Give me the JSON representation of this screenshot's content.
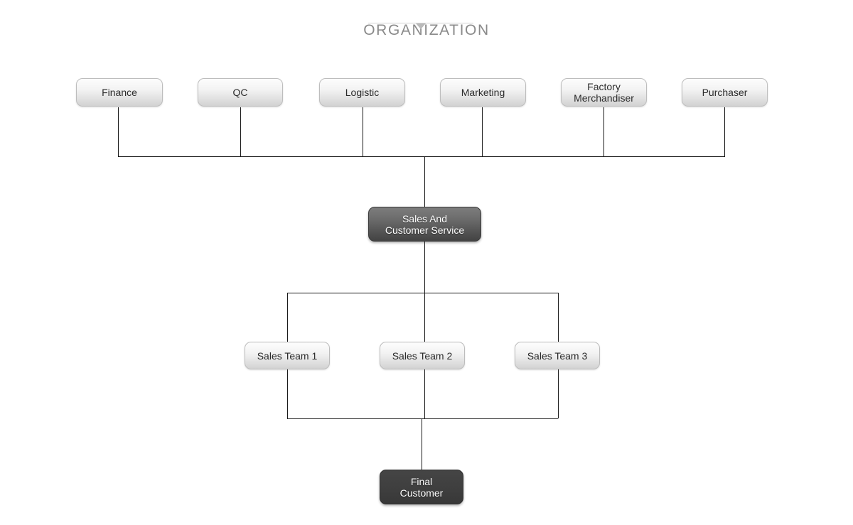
{
  "chart_data": {
    "type": "diagram",
    "title": "ORGANIZATION",
    "diagram_kind": "organization-chart",
    "orientation": "top-down",
    "levels": [
      {
        "level": 1,
        "style": "light",
        "nodes": [
          {
            "id": "finance",
            "label": "Finance"
          },
          {
            "id": "qc",
            "label": "QC"
          },
          {
            "id": "logistic",
            "label": "Logistic"
          },
          {
            "id": "marketing",
            "label": "Marketing"
          },
          {
            "id": "factory-merchandiser",
            "label": "Factory\nMerchandiser"
          },
          {
            "id": "purchaser",
            "label": "Purchaser"
          }
        ]
      },
      {
        "level": 2,
        "style": "dark",
        "nodes": [
          {
            "id": "sales-and-customer-service",
            "label": "Sales And\nCustomer Service"
          }
        ]
      },
      {
        "level": 3,
        "style": "light",
        "nodes": [
          {
            "id": "sales-team-1",
            "label": "Sales Team 1"
          },
          {
            "id": "sales-team-2",
            "label": "Sales Team 2"
          },
          {
            "id": "sales-team-3",
            "label": "Sales Team 3"
          }
        ]
      },
      {
        "level": 4,
        "style": "dark-flat",
        "nodes": [
          {
            "id": "final-customer",
            "label": "Final\nCustomer"
          }
        ]
      }
    ],
    "edges": [
      {
        "from": "finance",
        "to": "sales-and-customer-service"
      },
      {
        "from": "qc",
        "to": "sales-and-customer-service"
      },
      {
        "from": "logistic",
        "to": "sales-and-customer-service"
      },
      {
        "from": "marketing",
        "to": "sales-and-customer-service"
      },
      {
        "from": "factory-merchandiser",
        "to": "sales-and-customer-service"
      },
      {
        "from": "purchaser",
        "to": "sales-and-customer-service"
      },
      {
        "from": "sales-and-customer-service",
        "to": "sales-team-1"
      },
      {
        "from": "sales-and-customer-service",
        "to": "sales-team-2"
      },
      {
        "from": "sales-and-customer-service",
        "to": "sales-team-3"
      },
      {
        "from": "sales-team-1",
        "to": "final-customer"
      },
      {
        "from": "sales-team-2",
        "to": "final-customer"
      },
      {
        "from": "sales-team-3",
        "to": "final-customer"
      }
    ],
    "colors": {
      "background": "#ffffff",
      "title_text": "#8a8a8a",
      "title_rule": "#d2d2d2",
      "connector_line": "#1a1a1a",
      "light_node_text": "#2b2b2b",
      "light_node_border": "#bdbdbd",
      "dark_node_fill": "#5a5a5a",
      "dark_flat_node_fill": "#3e3e3e",
      "dark_node_text": "#ffffff"
    }
  },
  "title": {
    "text": "ORGANIZATION",
    "caret_icon": "triangle-down-icon"
  },
  "nodes": {
    "finance": "Finance",
    "qc": "QC",
    "logistic": "Logistic",
    "marketing": "Marketing",
    "factory_merchandiser": "Factory\nMerchandiser",
    "purchaser": "Purchaser",
    "sales_and_customer_service": "Sales And\nCustomer Service",
    "sales_team_1": "Sales Team 1",
    "sales_team_2": "Sales Team 2",
    "sales_team_3": "Sales Team 3",
    "final_customer": "Final\nCustomer"
  }
}
